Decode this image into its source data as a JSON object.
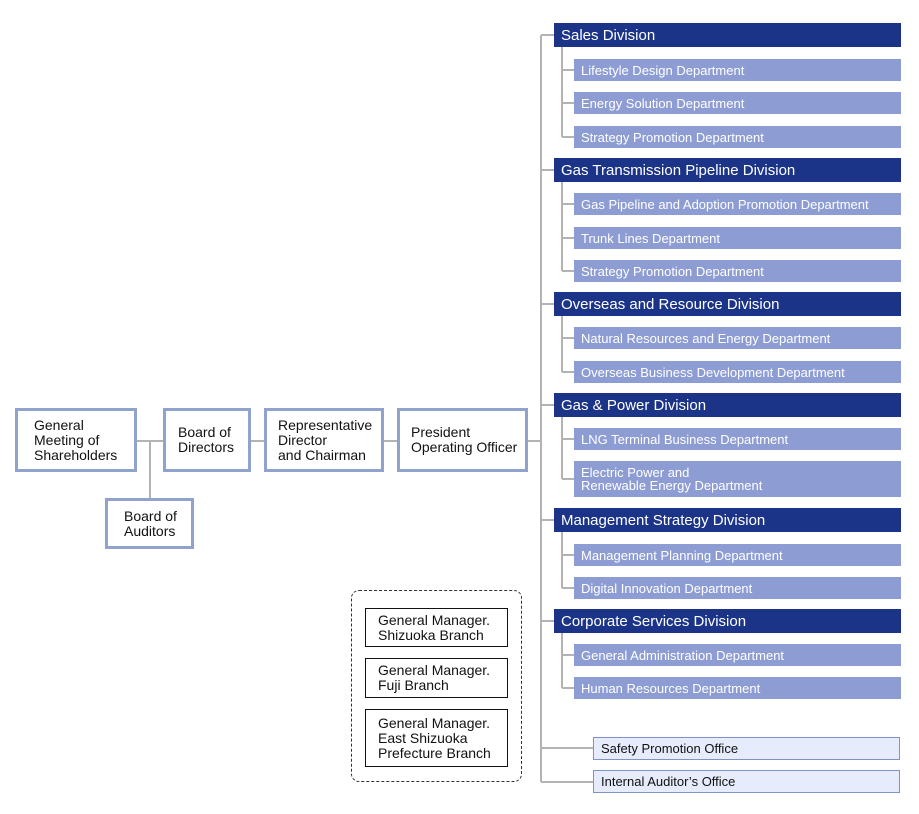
{
  "left_chain": {
    "shareholders": "General\nMeeting of\nShareholders",
    "directors": "Board of\nDirectors",
    "auditors": "Board of\nAuditors",
    "chairman": "Representative\nDirector\nand Chairman",
    "president": "President\nOperating Officer"
  },
  "divisions": [
    {
      "name": "Sales Division",
      "departments": [
        "Lifestyle Design Department",
        "Energy Solution Department",
        "Strategy Promotion Department"
      ]
    },
    {
      "name": "Gas Transmission Pipeline Division",
      "departments": [
        "Gas Pipeline and Adoption Promotion Department",
        "Trunk Lines Department",
        "Strategy Promotion Department"
      ]
    },
    {
      "name": "Overseas and Resource Division",
      "departments": [
        "Natural Resources and Energy Department",
        "Overseas Business Development  Department"
      ]
    },
    {
      "name": "Gas & Power Division",
      "departments": [
        "LNG Terminal Business Department",
        "Electric Power and\nRenewable Energy Department"
      ]
    },
    {
      "name": "Management Strategy Division",
      "departments": [
        "Management Planning Department",
        "Digital Innovation Department"
      ]
    },
    {
      "name": "Corporate Services Division",
      "departments": [
        "General Administration Department",
        "Human Resources Department"
      ]
    }
  ],
  "offices": [
    "Safety Promotion Office",
    "Internal Auditor’s Office"
  ],
  "branches": [
    "General Manager.\nShizuoka Branch",
    "General Manager.\nFuji Branch",
    "General Manager.\nEast Shizuoka\nPrefecture Branch"
  ],
  "colors": {
    "division": "#1b3487",
    "department": "#8d9dd3",
    "office": "#e6ecfb",
    "box_border": "#8fa3cc",
    "line": "#b3b3b3"
  }
}
